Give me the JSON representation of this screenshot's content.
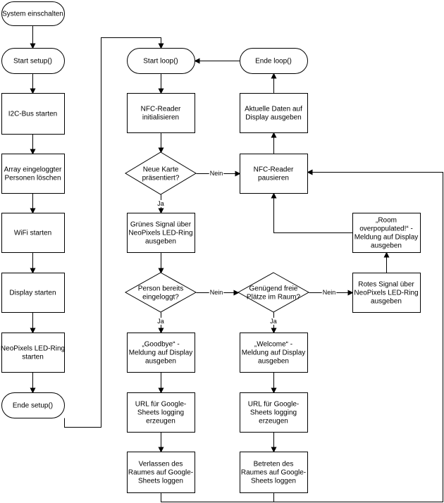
{
  "nodes": {
    "system_on": {
      "lines": [
        "System einschalten"
      ]
    },
    "start_setup": {
      "lines": [
        "Start setup()"
      ]
    },
    "i2c_start": {
      "lines": [
        "I2C-Bus starten"
      ]
    },
    "array_clear": {
      "lines": [
        "Array eingeloggter",
        "Personen löschen"
      ]
    },
    "wifi_start": {
      "lines": [
        "WiFi starten"
      ]
    },
    "display_start": {
      "lines": [
        "Display starten"
      ]
    },
    "neopixel_start": {
      "lines": [
        "NeoPixels LED-Ring",
        "starten"
      ]
    },
    "end_setup": {
      "lines": [
        "Ende setup()"
      ]
    },
    "start_loop": {
      "lines": [
        "Start loop()"
      ]
    },
    "nfc_init": {
      "lines": [
        "NFC-Reader",
        "initialisieren"
      ]
    },
    "new_card": {
      "lines": [
        "Neue Karte",
        "präsentiert?"
      ]
    },
    "green_signal": {
      "lines": [
        "Grünes Signal über",
        "NeoPixels LED-Ring",
        "ausgeben"
      ]
    },
    "person_logged": {
      "lines": [
        "Person bereits",
        "eingeloggt?"
      ]
    },
    "goodbye_msg": {
      "lines": [
        "„Goodbye“ -",
        "Meldung auf Display",
        "ausgeben"
      ]
    },
    "url_left": {
      "lines": [
        "URL für Google-",
        "Sheets logging",
        "erzeugen"
      ]
    },
    "leave_log": {
      "lines": [
        "Verlassen des",
        "Raumes auf Google-",
        "Sheets loggen"
      ]
    },
    "end_loop": {
      "lines": [
        "Ende loop()"
      ]
    },
    "display_update": {
      "lines": [
        "Aktuelle Daten auf",
        "Display ausgeben"
      ]
    },
    "nfc_pause": {
      "lines": [
        "NFC-Reader",
        "pausieren"
      ]
    },
    "free_places": {
      "lines": [
        "Genügend freie",
        "Plätze im Raum?"
      ]
    },
    "welcome_msg": {
      "lines": [
        "„Welcome“ -",
        "Meldung auf Display",
        "ausgeben"
      ]
    },
    "url_right": {
      "lines": [
        "URL für Google-",
        "Sheets logging",
        "erzeugen"
      ]
    },
    "enter_log": {
      "lines": [
        "Betreten des",
        "Raumes auf Google-",
        "Sheets loggen"
      ]
    },
    "red_signal": {
      "lines": [
        "Rotes Signal über",
        "NeoPixels LED-Ring",
        "ausgeben"
      ]
    },
    "overpop_msg": {
      "lines": [
        "„Room",
        "overpopulated!“ -",
        "Meldung auf Display",
        "ausgeben"
      ]
    }
  },
  "edge_labels": {
    "new_card_no": "Nein",
    "new_card_yes": "Ja",
    "person_logged_no": "Nein",
    "person_logged_yes": "Ja",
    "free_places_no": "Nein",
    "free_places_yes": "Ja"
  }
}
